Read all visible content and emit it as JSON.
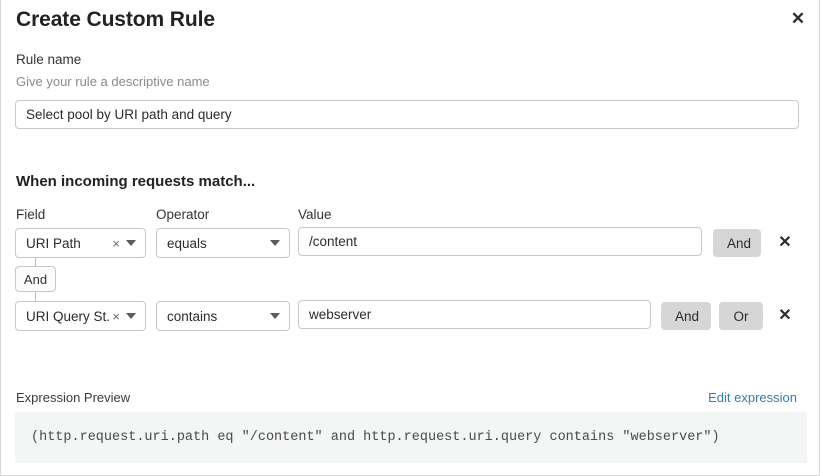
{
  "dialog": {
    "title": "Create Custom Rule",
    "close_icon": "close-icon"
  },
  "rule_name": {
    "label": "Rule name",
    "helper": "Give your rule a descriptive name",
    "value": "Select pool by URI path and query",
    "placeholder": "Enter rule name"
  },
  "matcher": {
    "heading": "When incoming requests match...",
    "columns": {
      "field": "Field",
      "operator": "Operator",
      "value": "Value"
    },
    "connector": {
      "label": "And"
    },
    "rows": [
      {
        "field": "URI Path",
        "clear_icon": "×",
        "caret_icon": "chevron-down-icon",
        "operator": "equals",
        "value": "/content",
        "value_placeholder": "Enter value",
        "buttons": [
          "And"
        ],
        "delete_icon": "×"
      },
      {
        "field": "URI Query St...",
        "clear_icon": "×",
        "caret_icon": "chevron-down-icon",
        "operator": "contains",
        "value": "webserver",
        "value_placeholder": "Enter value",
        "buttons": [
          "And",
          "Or"
        ],
        "delete_icon": "×"
      }
    ]
  },
  "expression": {
    "label": "Expression Preview",
    "edit_link": "Edit expression",
    "code": "(http.request.uri.path eq \"/content\" and http.request.uri.query contains \"webserver\")"
  },
  "colors": {
    "accent_link": "#3a7ca8",
    "button_gray": "#d6d6d6",
    "code_bg": "#f4f5f5",
    "border": "#c6c8ca"
  }
}
